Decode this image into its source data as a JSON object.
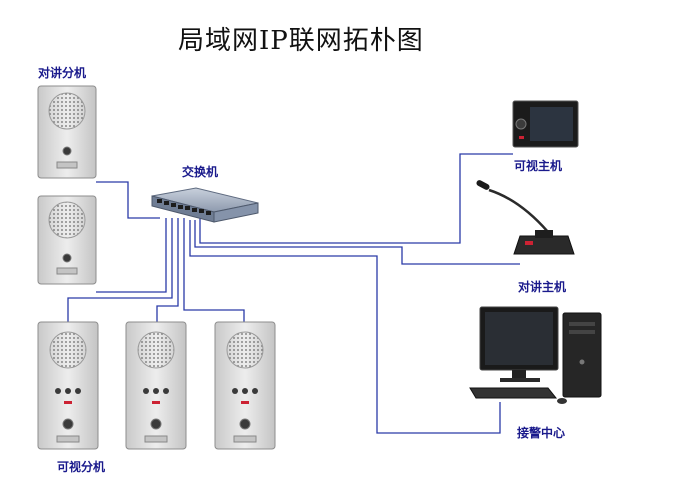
{
  "diagram": {
    "title": "局域网IP联网拓朴图",
    "labels": {
      "intercom_extension": "对讲分机",
      "switch": "交换机",
      "video_master": "可视主机",
      "intercom_master": "对讲主机",
      "alarm_center": "接警中心",
      "video_extension": "可视分机"
    },
    "colors": {
      "line": "#2a3aa8",
      "label": "#1a1a8c",
      "panel": "#dcdcdc",
      "switch_body": "#9aa6b8"
    }
  }
}
